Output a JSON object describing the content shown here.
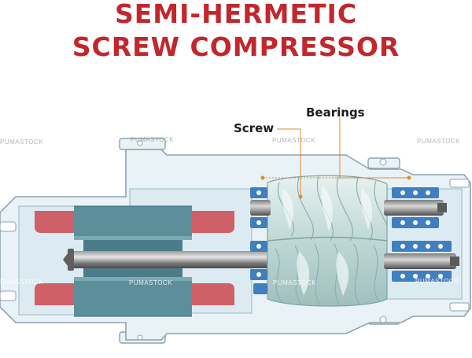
{
  "title": {
    "line1": "SEMI-HERMETIC",
    "line2": "SCREW COMPRESSOR"
  },
  "callouts": {
    "screw": "Screw",
    "bearings": "Bearings"
  },
  "watermark": "PUMASTOCK",
  "colors": {
    "title": "#c1272d",
    "housing": "#e9f2f6",
    "housing_outline": "#8fa3ad",
    "inner_cavity": "#dcebf2",
    "stator": "#5d8f9b",
    "rotor_dark": "#4c7c88",
    "winding": "#d06068",
    "shaft": "#6e6e6e",
    "screw": "#cfe3e2",
    "bearing": "#3f7fbf",
    "leader": "#e08a2c"
  }
}
